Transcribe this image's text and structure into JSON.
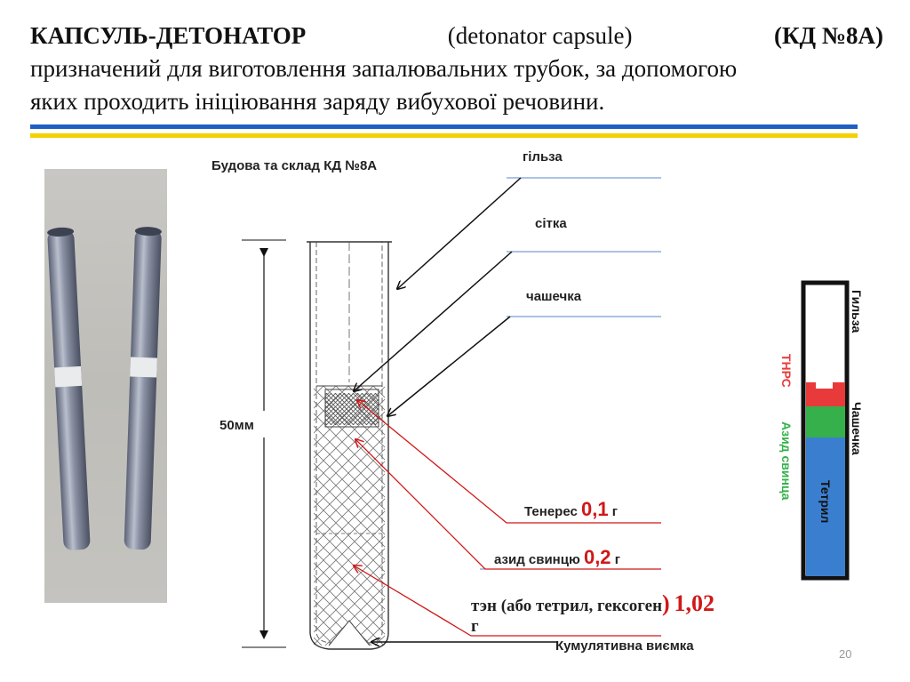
{
  "title": {
    "term": "КАПСУЛЬ-ДЕТОНАТОР",
    "translation": "(detonator capsule)",
    "code": "(КД №8А)",
    "line2": "призначений для виготовлення запалювальних трубок, за допомогою",
    "line3": "яких проходить ініціювання заряду вибухової речовини."
  },
  "diagram": {
    "subtitle": "Будова та склад КД №8А",
    "length_label": "50мм",
    "labels": {
      "shell": "гільза",
      "mesh": "сітка",
      "cup": "чашечка",
      "teneres_name": "Тенерес",
      "teneres_mass": "0,1",
      "teneres_unit": "г",
      "azide_name": "азид свинцю",
      "azide_mass": "0,2",
      "azide_unit": "г",
      "ten_name": "тэн (або тетрил, гексоген",
      "ten_paren": ")",
      "ten_mass": "1,02",
      "ten_unit": "г",
      "cumulative": "Кумулятивна виємка"
    }
  },
  "schematic": {
    "shell": "Гильза",
    "thrs": "ТНРС",
    "cup": "Чашечка",
    "azide": "Азид свинца",
    "tetryl": "Тетрил",
    "colors": {
      "thrs": "#e83a3a",
      "azide": "#35b04a",
      "tetryl": "#3a7fcf",
      "frame": "#111111"
    }
  },
  "page_number": "20"
}
